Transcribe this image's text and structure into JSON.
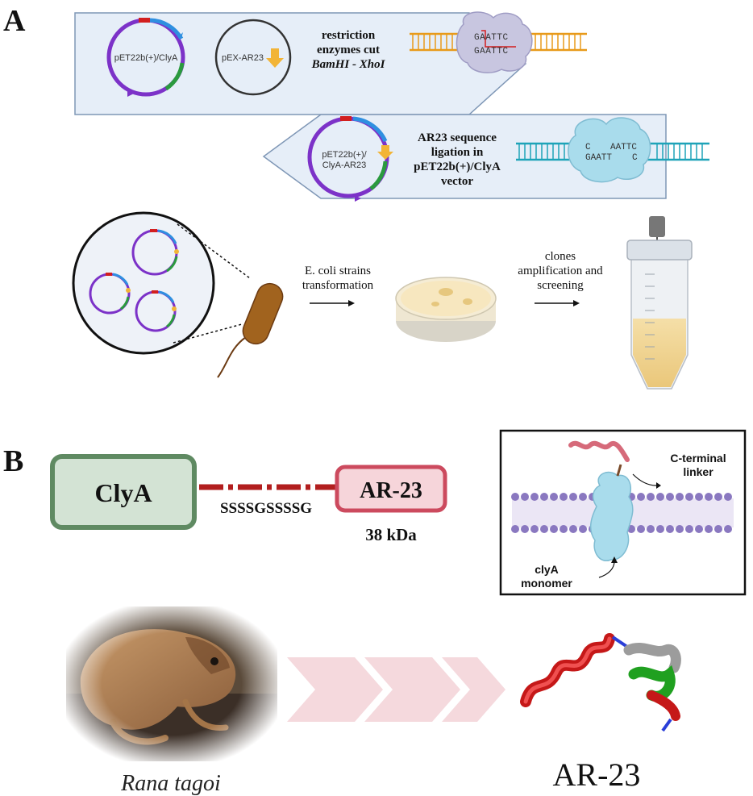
{
  "panel_a": {
    "label": "A",
    "step1": {
      "plasmid1": "pET22b(+)/ClyA",
      "plasmid2": "pEX-AR23",
      "text": [
        "restriction",
        "enzymes cut"
      ],
      "enzymes": "BamHI - XhoI",
      "dna_top": "GAATTC",
      "dna_bottom": "GAATTC"
    },
    "step2": {
      "plasmid": [
        "pET22b(+)/",
        "ClyA-AR23"
      ],
      "text": [
        "AR23 sequence",
        "ligation in",
        "pET22b(+)/ClyA",
        "vector"
      ],
      "dna_top_left": "C",
      "dna_top_right": "AATTC",
      "dna_bottom_left": "GAATT",
      "dna_bottom_right": "C"
    },
    "step3": {
      "transformation": [
        "E. coli strains",
        "transformation"
      ],
      "screening": [
        "clones",
        "amplification and",
        "screening"
      ]
    }
  },
  "panel_b": {
    "label": "B",
    "clya_label": "ClyA",
    "linker_seq": "SSSSGSSSSG",
    "ar23_label": "AR-23",
    "mass": "38 kDa",
    "inset_cterm": [
      "C-terminal",
      "linker"
    ],
    "inset_monomer": [
      "clyA",
      "monomer"
    ],
    "frog_caption": "Rana tagoi",
    "peptide_caption": "AR-23"
  },
  "colors": {
    "panel_fill": "#e6eef8",
    "panel_stroke": "#7f97b6",
    "clya_fill": "#d3e3d4",
    "clya_stroke": "#5f8a62",
    "ar23_fill": "#f6d5da",
    "ar23_stroke": "#cc4a5e",
    "linker": "#b21e1e",
    "membrane": "#8a78c0",
    "protein": "#a9dcec",
    "chevron": "#f5d9dd"
  }
}
